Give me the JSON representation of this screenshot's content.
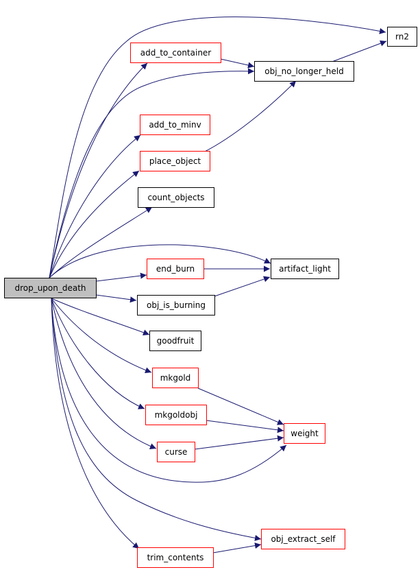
{
  "colors": {
    "edge": "#191970",
    "border_normal": "#000000",
    "border_red": "#ff0000",
    "root_fill": "#bfbfbf",
    "node_fill": "#ffffff"
  },
  "nodes": {
    "drop_upon_death": {
      "label": "drop_upon_death",
      "style": "root"
    },
    "rn2": {
      "label": "rn2",
      "style": "normal"
    },
    "add_to_container": {
      "label": "add_to_container",
      "style": "red"
    },
    "obj_no_longer_held": {
      "label": "obj_no_longer_held",
      "style": "normal"
    },
    "add_to_minv": {
      "label": "add_to_minv",
      "style": "red"
    },
    "place_object": {
      "label": "place_object",
      "style": "red"
    },
    "count_objects": {
      "label": "count_objects",
      "style": "normal"
    },
    "end_burn": {
      "label": "end_burn",
      "style": "red"
    },
    "artifact_light": {
      "label": "artifact_light",
      "style": "normal"
    },
    "obj_is_burning": {
      "label": "obj_is_burning",
      "style": "normal"
    },
    "goodfruit": {
      "label": "goodfruit",
      "style": "normal"
    },
    "mkgold": {
      "label": "mkgold",
      "style": "red"
    },
    "mkgoldobj": {
      "label": "mkgoldobj",
      "style": "red"
    },
    "weight": {
      "label": "weight",
      "style": "red"
    },
    "curse": {
      "label": "curse",
      "style": "red"
    },
    "obj_extract_self": {
      "label": "obj_extract_self",
      "style": "red"
    },
    "trim_contents": {
      "label": "trim_contents",
      "style": "red"
    }
  },
  "edges": [
    {
      "from": "drop_upon_death",
      "to": "rn2"
    },
    {
      "from": "drop_upon_death",
      "to": "add_to_container"
    },
    {
      "from": "drop_upon_death",
      "to": "obj_no_longer_held"
    },
    {
      "from": "drop_upon_death",
      "to": "add_to_minv"
    },
    {
      "from": "drop_upon_death",
      "to": "place_object"
    },
    {
      "from": "drop_upon_death",
      "to": "count_objects"
    },
    {
      "from": "drop_upon_death",
      "to": "artifact_light"
    },
    {
      "from": "drop_upon_death",
      "to": "end_burn"
    },
    {
      "from": "drop_upon_death",
      "to": "obj_is_burning"
    },
    {
      "from": "drop_upon_death",
      "to": "goodfruit"
    },
    {
      "from": "drop_upon_death",
      "to": "mkgold"
    },
    {
      "from": "drop_upon_death",
      "to": "mkgoldobj"
    },
    {
      "from": "drop_upon_death",
      "to": "curse"
    },
    {
      "from": "drop_upon_death",
      "to": "weight"
    },
    {
      "from": "drop_upon_death",
      "to": "obj_extract_self"
    },
    {
      "from": "drop_upon_death",
      "to": "trim_contents"
    },
    {
      "from": "add_to_container",
      "to": "obj_no_longer_held"
    },
    {
      "from": "obj_no_longer_held",
      "to": "rn2"
    },
    {
      "from": "place_object",
      "to": "obj_no_longer_held"
    },
    {
      "from": "end_burn",
      "to": "artifact_light"
    },
    {
      "from": "obj_is_burning",
      "to": "artifact_light"
    },
    {
      "from": "mkgold",
      "to": "weight"
    },
    {
      "from": "mkgoldobj",
      "to": "weight"
    },
    {
      "from": "curse",
      "to": "weight"
    },
    {
      "from": "trim_contents",
      "to": "obj_extract_self"
    }
  ]
}
